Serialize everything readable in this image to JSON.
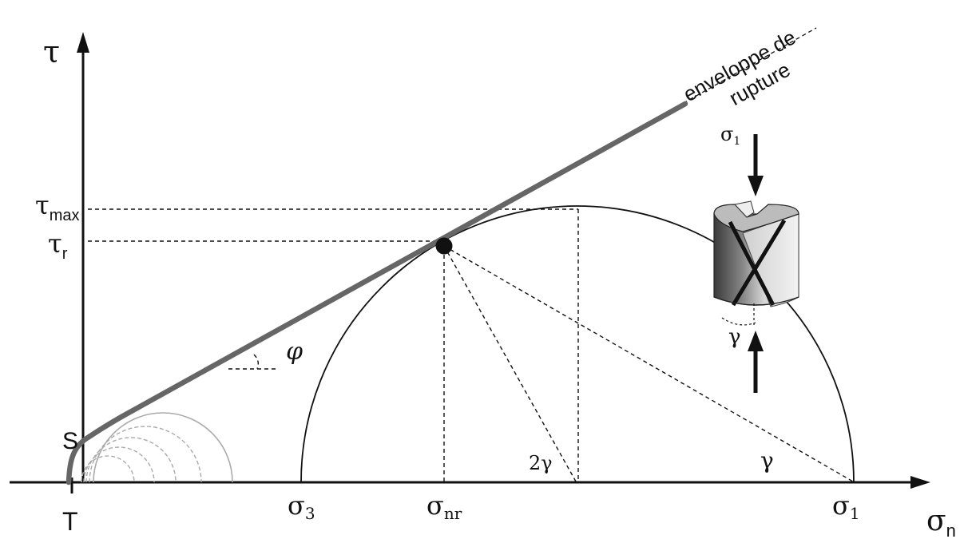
{
  "axes": {
    "y_label": "τ",
    "x_label": {
      "main": "σ",
      "sub": "n"
    }
  },
  "shear_labels": {
    "tau_max": {
      "main": "τ",
      "sub": "max"
    },
    "tau_r": {
      "main": "τ",
      "sub": "r"
    }
  },
  "normal_labels": {
    "sigma_3": {
      "main": "σ",
      "sub": "3"
    },
    "sigma_nr": {
      "main": "σ",
      "sub": "nr"
    },
    "sigma_1": {
      "main": "σ",
      "sub": "1"
    }
  },
  "points": {
    "s": "S",
    "t": "T"
  },
  "envelope": {
    "line1": "enveloppe de",
    "line2": "rupture"
  },
  "angles": {
    "phi": "φ",
    "two_gamma": "2γ",
    "gamma": "γ"
  },
  "specimen": {
    "sigma1_label": {
      "main": "σ",
      "sub": "1"
    },
    "gamma": "γ"
  },
  "colors": {
    "envelope": "#666666",
    "ink": "#111111",
    "small_circles": "#aaaaaa",
    "specimen_dark": "#555555",
    "specimen_light": "#dddddd"
  }
}
